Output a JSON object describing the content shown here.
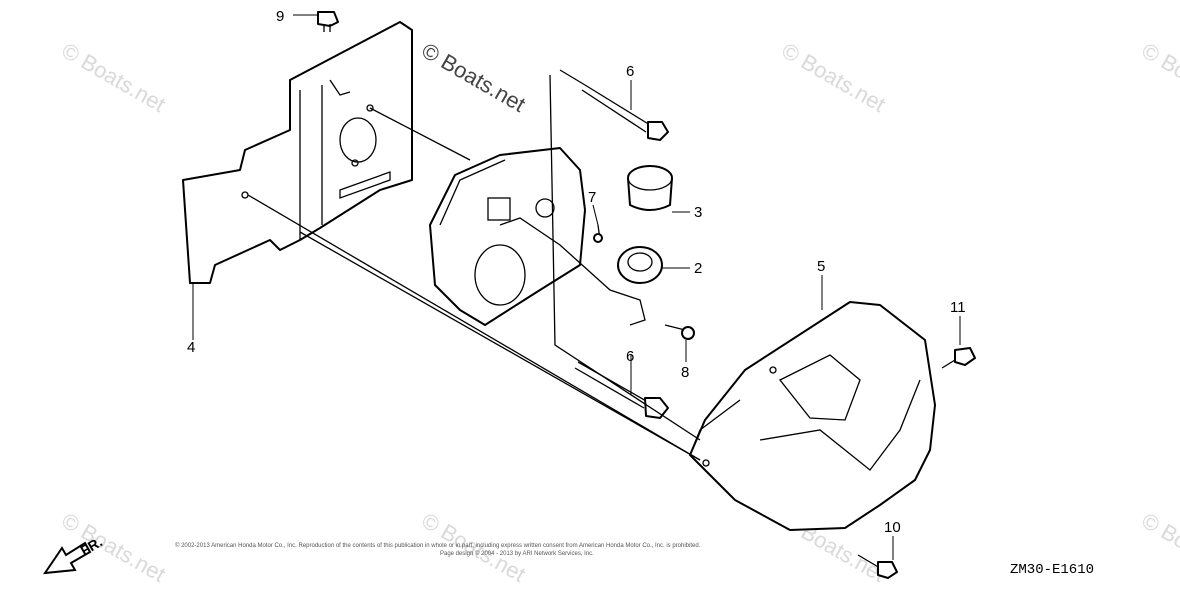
{
  "watermarks": [
    "© Boats.net",
    "© Boats.net",
    "© Boats.net",
    "© Boats.net",
    "© Boats.net",
    "© Boats.net",
    "© Boats.net",
    "© Boats.net"
  ],
  "callouts": {
    "c9": "9",
    "c6a": "6",
    "c3": "3",
    "c7": "7",
    "c2": "2",
    "c5": "5",
    "c11": "11",
    "c4": "4",
    "c6b": "6",
    "c8": "8",
    "c10": "10"
  },
  "copyright_line1": "© 2002-2013 American Honda Motor Co., Inc. Reproduction of the contents of this publication in whole or in part, including express written consent from American Honda Motor Co., Inc. is prohibited.",
  "copyright_line2": "Page design © 2004 - 2013 by ARI Network Services, Inc.",
  "diagram_code": "ZM30-E1610",
  "front_label": "FR.",
  "icons": {
    "front_arrow": "front-direction-arrow-icon"
  }
}
